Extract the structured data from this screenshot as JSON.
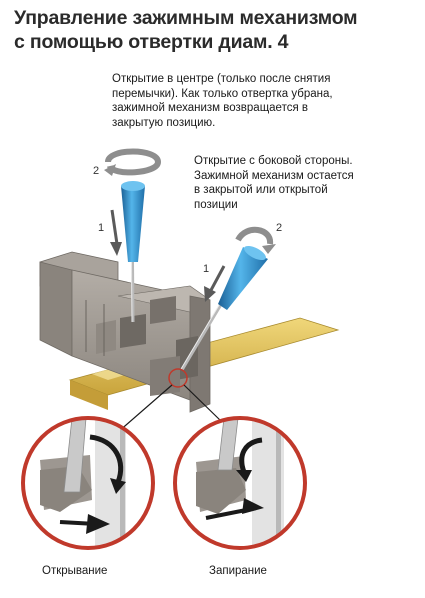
{
  "title": {
    "line1": "Управление зажимным механизмом",
    "line2": "с помощью отвертки диам. 4"
  },
  "notes": {
    "center": {
      "line1": "Открытие в центре (только после снятия",
      "line2": "перемычки). Как только отвертка убрана,",
      "line3": "зажимной механизм возвращается в",
      "line4": "закрытую позицию."
    },
    "side": {
      "line1": "Открытие с боковой стороны.",
      "line2": "Зажимной механизм остается",
      "line3": "в закрытой или открытой",
      "line4": "позиции"
    }
  },
  "steps": {
    "center_rotate": "2",
    "center_push": "1",
    "side_rotate": "2",
    "side_push": "1"
  },
  "captions": {
    "opening": "Открывание",
    "locking": "Запирание"
  },
  "colors": {
    "screwdriver_blue": "#2e8fcf",
    "terminal_gray": "#8f8a84",
    "rail_yellow": "#e2c25a",
    "circle_red": "#c0392b"
  }
}
